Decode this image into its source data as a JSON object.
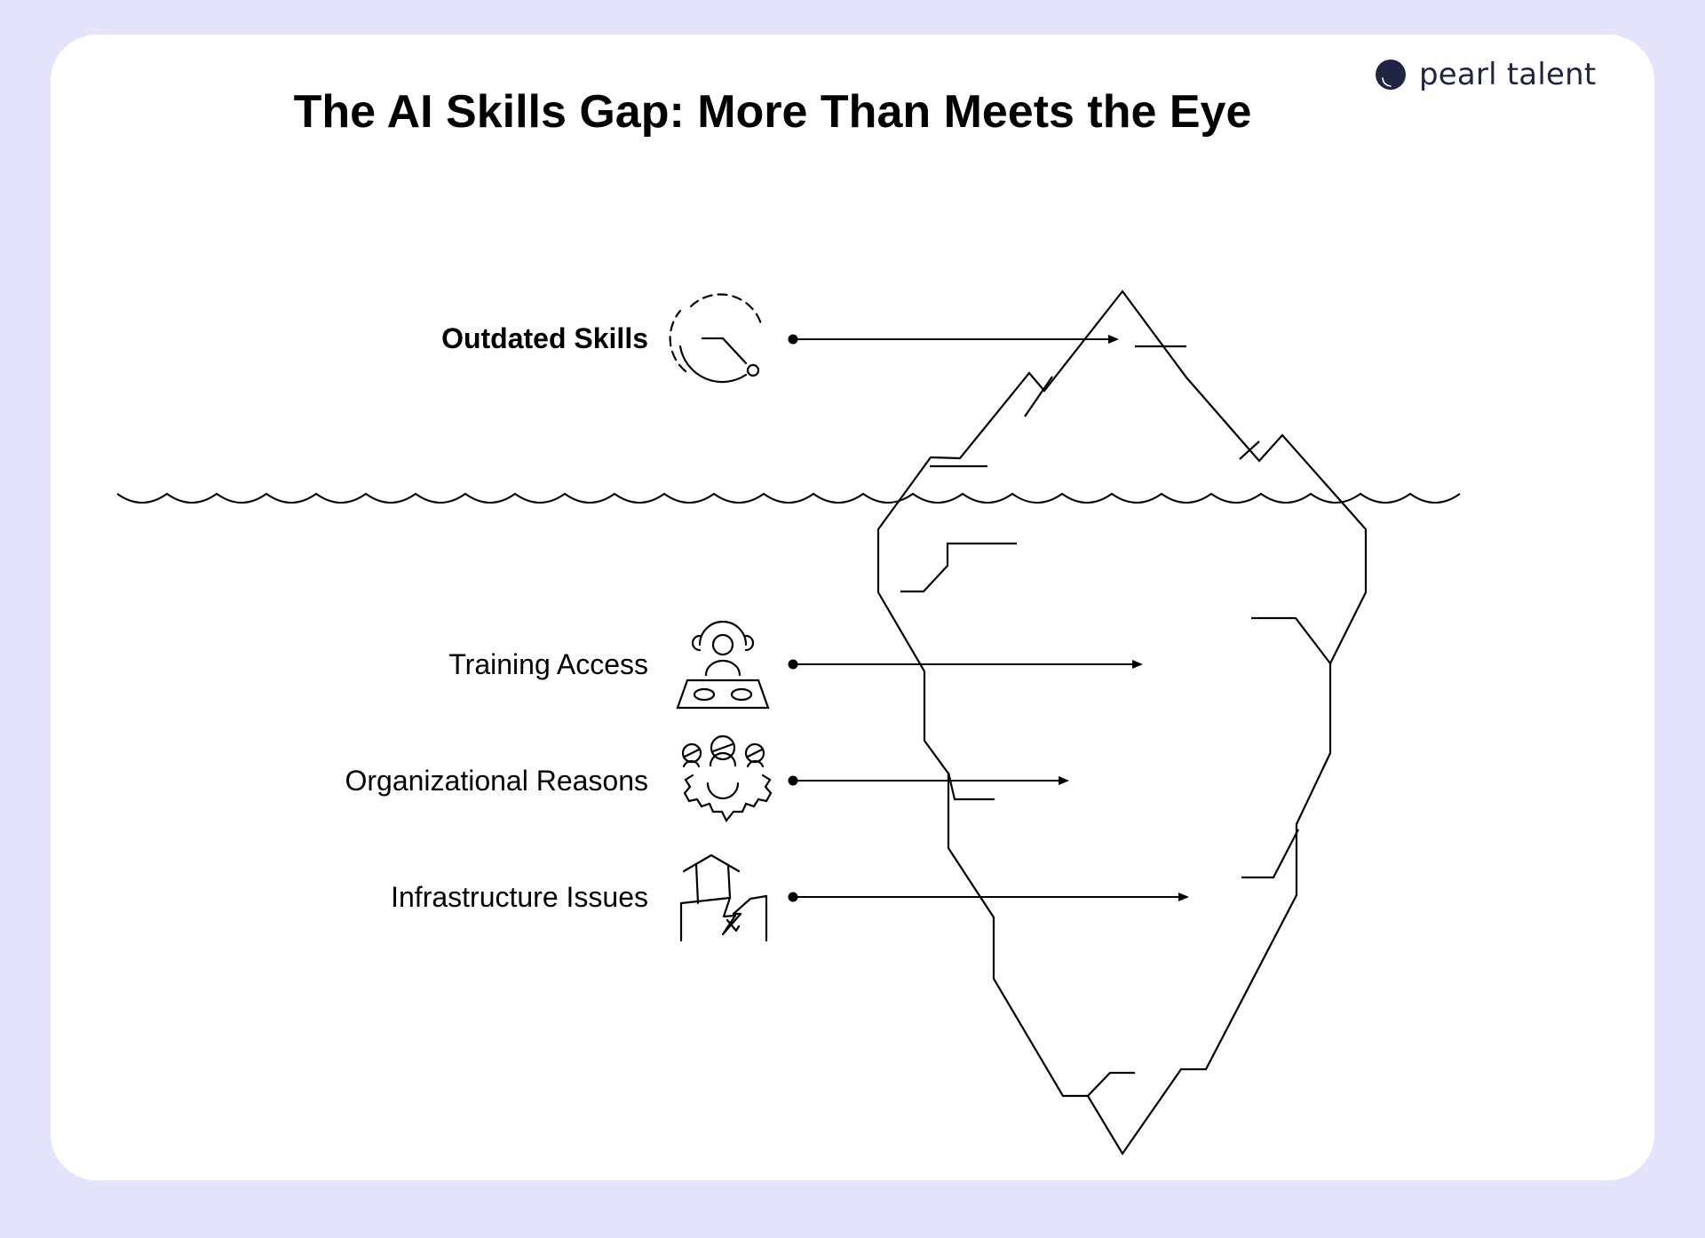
{
  "brand": {
    "name": "pearl talent",
    "color": "#1f2542"
  },
  "title": "The AI Skills Gap: More Than Meets the Eye",
  "colors": {
    "background": "#e3e3fc",
    "card": "#ffffff",
    "stroke": "#000000"
  },
  "items": [
    {
      "label": "Outdated Skills",
      "icon": "clock-decline-icon",
      "emphasis": true,
      "position": "above-water"
    },
    {
      "label": "Training Access",
      "icon": "person-at-desk-icon",
      "emphasis": false,
      "position": "below-water"
    },
    {
      "label": "Organizational Reasons",
      "icon": "team-gear-icon",
      "emphasis": false,
      "position": "below-water"
    },
    {
      "label": "Infrastructure Issues",
      "icon": "broken-building-icon",
      "emphasis": false,
      "position": "below-water"
    }
  ]
}
